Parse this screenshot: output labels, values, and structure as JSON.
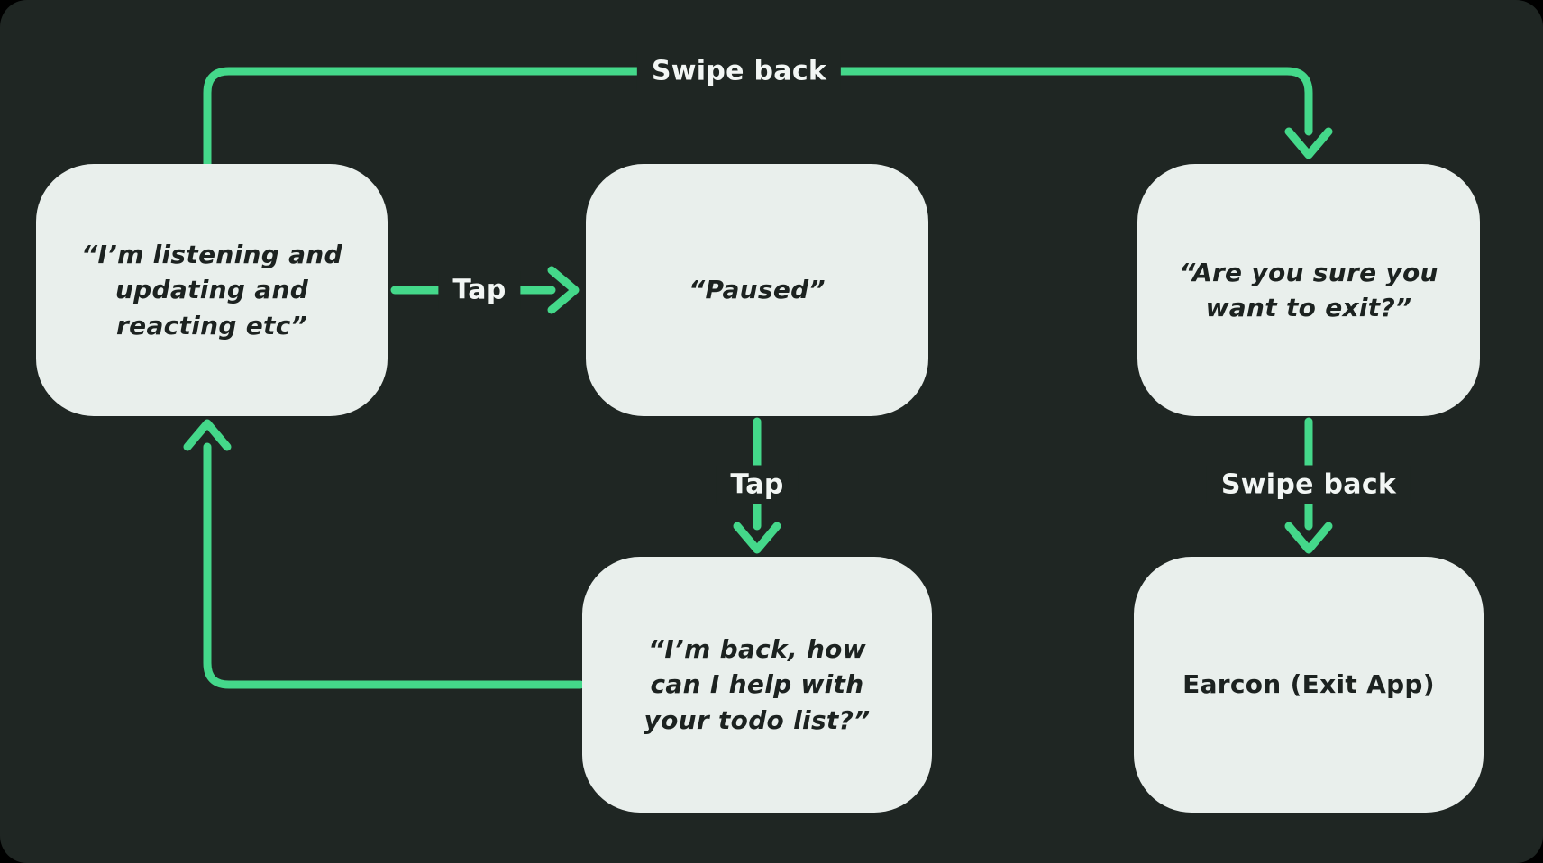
{
  "colors": {
    "panel_bg": "#1f2623",
    "node_bg": "#e9efec",
    "node_text": "#1c2220",
    "arrow": "#44d88a",
    "label_text": "#f2f6f4"
  },
  "nodes": [
    {
      "id": "listening",
      "label": "“I’m listening and updating and reacting etc”"
    },
    {
      "id": "paused",
      "label": "“Paused”"
    },
    {
      "id": "exit-confirm",
      "label": "“Are you sure you want to exit?”"
    },
    {
      "id": "back",
      "label": "“I’m back, how can I help with your todo list?”"
    },
    {
      "id": "earcon",
      "label": "Earcon (Exit App)"
    }
  ],
  "edges": [
    {
      "id": "swipe-back-top",
      "from": "listening",
      "to": "exit-confirm",
      "label": "Swipe back"
    },
    {
      "id": "tap-pause",
      "from": "listening",
      "to": "paused",
      "label": "Tap"
    },
    {
      "id": "tap-resume",
      "from": "paused",
      "to": "back",
      "label": "Tap"
    },
    {
      "id": "swipe-back-exit",
      "from": "exit-confirm",
      "to": "earcon",
      "label": "Swipe back"
    },
    {
      "id": "loop-return",
      "from": "back",
      "to": "listening",
      "label": ""
    }
  ]
}
